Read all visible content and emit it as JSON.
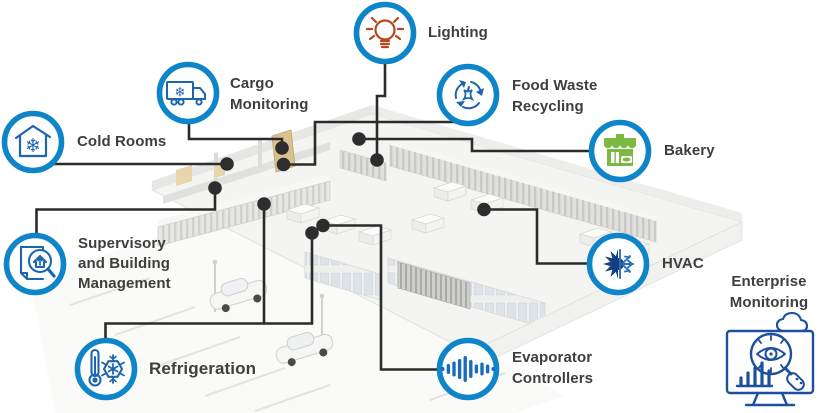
{
  "diagram": {
    "nodes": [
      {
        "id": "cold-rooms",
        "label": "Cold Rooms"
      },
      {
        "id": "cargo-monitoring",
        "label": "Cargo\nMonitoring"
      },
      {
        "id": "lighting",
        "label": "Lighting"
      },
      {
        "id": "food-waste-recycling",
        "label": "Food Waste\nRecycling"
      },
      {
        "id": "bakery",
        "label": "Bakery"
      },
      {
        "id": "hvac",
        "label": "HVAC"
      },
      {
        "id": "enterprise-monitoring",
        "label": "Enterprise\nMonitoring"
      },
      {
        "id": "evaporator-controllers",
        "label": "Evaporator\nControllers"
      },
      {
        "id": "refrigeration",
        "label": "Refrigeration"
      },
      {
        "id": "supervisory",
        "label": "Supervisory\nand Building\nManagement"
      }
    ],
    "icon_names": [
      "cold-rooms-icon",
      "cargo-truck-icon",
      "lightbulb-icon",
      "recycling-icon",
      "bakery-shop-icon",
      "hvac-sun-snowflake-icon",
      "enterprise-monitor-icon",
      "evaporator-waveform-icon",
      "thermometer-snowflake-icon",
      "document-magnifier-icon"
    ],
    "colors": {
      "ring_blue": "#0e84c9",
      "icon_blue": "#1b66ae",
      "icon_navy": "#143e84",
      "lighting_orange": "#b14a1c",
      "bakery_green": "#7cb942",
      "enterprise_navy": "#1e4f9c",
      "connector_gray": "#2b2b2b",
      "label_gray": "#3e3e3e"
    }
  }
}
